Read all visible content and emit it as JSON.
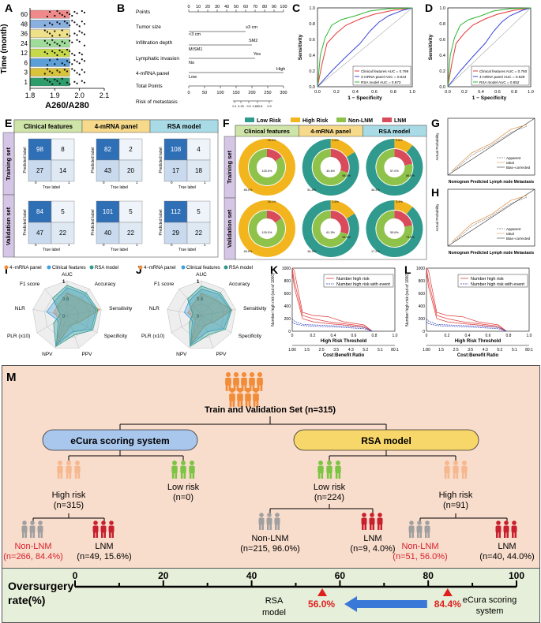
{
  "panel_labels": {
    "a": "A",
    "b": "B",
    "c": "C",
    "d": "D",
    "e": "E",
    "f": "F",
    "g": "G",
    "h": "H",
    "i": "I",
    "j": "J",
    "k": "K",
    "l": "L",
    "m": "M"
  },
  "chart_a": {
    "type": "bar",
    "ylabel": "Time (month)",
    "xlabel": "A260/A280",
    "categories": [
      "1",
      "3",
      "6",
      "12",
      "24",
      "36",
      "48",
      "60"
    ],
    "colors": [
      "#2e9c6b",
      "#d8c33b",
      "#5c9fd6",
      "#c7d84a",
      "#9fdc9a",
      "#efe08a",
      "#8ab0e0",
      "#f08a8a"
    ],
    "values": [
      1.96,
      1.96,
      1.96,
      1.96,
      1.96,
      1.96,
      1.96,
      1.96
    ],
    "xticks": [
      "1.8",
      "1.9",
      "2.0",
      "2.1"
    ],
    "xlim": [
      1.8,
      2.1
    ]
  },
  "nomogram": {
    "rows": [
      "Points",
      "Tumor size",
      "Infiltration depth",
      "Lymphatic invasion",
      "4-mRNA panel",
      "Total Points",
      "Risk of metastasis"
    ],
    "points_ticks": [
      "0",
      "10",
      "20",
      "30",
      "40",
      "50",
      "60",
      "70",
      "80",
      "90",
      "100"
    ],
    "total_ticks": [
      "0",
      "50",
      "100",
      "150",
      "200",
      "250",
      "300"
    ],
    "risk_ticks": [
      "0.1",
      "0.25",
      "0.5",
      "0.650.8",
      "0.9"
    ],
    "tumor_labels": [
      "<3 cm",
      "≥3 cm"
    ],
    "depth_labels": [
      "M/SM1",
      "SM2"
    ],
    "lymph_labels": [
      "No",
      "Yes"
    ],
    "mrna_labels": [
      "Low",
      "High"
    ]
  },
  "roc_c": {
    "xlabel": "1 − Specificity",
    "ylabel": "Sensitivity",
    "ticks": [
      "0.0",
      "0.2",
      "0.4",
      "0.6",
      "0.8",
      "1.0"
    ],
    "legend": [
      "Clinical features AUC = 0.799",
      "4-mRNA panel AUC = 0.644",
      "RSA model AUC = 0.873"
    ]
  },
  "roc_d": {
    "xlabel": "1 − Specificity",
    "ylabel": "Sensitivity",
    "ticks": [
      "0.0",
      "0.2",
      "0.4",
      "0.6",
      "0.8",
      "1.0"
    ],
    "legend": [
      "Clinical features AUC = 0.760",
      "4-mRNA panel AUC = 0.629",
      "RSA model AUC = 0.852"
    ]
  },
  "confusion": {
    "columns": [
      "Clinical features",
      "4-mRNA panel",
      "RSA model"
    ],
    "rows": [
      "Training set",
      "Validation set"
    ],
    "ylabel": "Predicted label",
    "xlabel": "True label",
    "axis_ticks": [
      "0",
      "1"
    ],
    "matrices": [
      [
        [
          "98",
          "8",
          "27",
          "14"
        ],
        [
          "82",
          "2",
          "43",
          "20"
        ],
        [
          "108",
          "4",
          "17",
          "18"
        ]
      ],
      [
        [
          "84",
          "5",
          "47",
          "22"
        ],
        [
          "101",
          "5",
          "40",
          "22"
        ],
        [
          "112",
          "5",
          "29",
          "22"
        ]
      ]
    ]
  },
  "donut": {
    "legend": [
      "Low Risk",
      "High Risk",
      "Non-LNM",
      "LNM"
    ],
    "columns": [
      "Clinical features",
      "4-mRNA panel",
      "RSA model"
    ],
    "rows": [
      "Training set",
      "Validation set"
    ],
    "labels": [
      [
        [
          "15.0%",
          "85.0%",
          "100.0%"
        ],
        [
          "1.6%",
          "52.8%",
          "45.6%",
          "98.4%"
        ],
        [
          "2.8%",
          "36.4%",
          "57.0%",
          "89.0%"
        ]
      ],
      [
        [
          "16.1%",
          "83.9%",
          "100.0%"
        ],
        [
          "1.6%",
          "36.9%",
          "61.5%",
          "98.4%"
        ],
        [
          "3.4%",
          "17.2%",
          "55.6%",
          "73.6%"
        ]
      ]
    ]
  },
  "calib_g": {
    "xlabel": "Nomogram Predicted Lymph node Metastasis",
    "ylabel": "Actual Probability",
    "legend": [
      "Apparent",
      "Ideal",
      "Bias−corrected"
    ]
  },
  "calib_h": {
    "xlabel": "Nomogram Predicted Lymph node Metastasis",
    "ylabel": "Actual Probability",
    "legend": [
      "Apparent",
      "Ideal",
      "Bias−corrected"
    ]
  },
  "radar_i": {
    "legend": [
      "4−mRNA panel",
      "Clinical features",
      "RSA model"
    ],
    "axes": [
      "AUC",
      "Accuracy",
      "Sensitivity",
      "Specificity",
      "PPV",
      "NPV",
      "PLR (x10)",
      "NLR",
      "F1 score"
    ],
    "ring_labels": [
      "1",
      "0.5",
      "0"
    ]
  },
  "radar_j": {
    "legend": [
      "4−mRNA panel",
      "Clinical features",
      "RSA model"
    ],
    "axes": [
      "AUC",
      "Accuracy",
      "Sensitivity",
      "Specificity",
      "PPV",
      "NPV",
      "PLR (x10)",
      "NLR",
      "F1 score"
    ],
    "ring_labels": [
      "1",
      "0.5",
      "0"
    ]
  },
  "dca_k": {
    "ylabel": "Number high risk (out of 1000)",
    "xlabel": "High Risk Threshold",
    "xlabel2": "Cost:Benefit Ratio",
    "yticks": [
      "0",
      "200",
      "400",
      "600",
      "800",
      "1000"
    ],
    "xticks": [
      "0",
      "0.2",
      "0.4",
      "0.6",
      "0.8",
      "1.0"
    ],
    "ratio_ticks": [
      "1:80",
      "1:5",
      "2:5",
      "3:5",
      "4:3",
      "5:2",
      "5:1",
      "80:1"
    ],
    "legend": [
      "Number high risk",
      "Number high risk with event"
    ]
  },
  "dca_l": {
    "ylabel": "Number high risk (out of 1000)",
    "xlabel": "High Risk Threshold",
    "xlabel2": "Cost:Benefit Ratio",
    "yticks": [
      "0",
      "200",
      "400",
      "600",
      "800",
      "1000"
    ],
    "xticks": [
      "0",
      "0.2",
      "0.4",
      "0.6",
      "0.8",
      "1.0"
    ],
    "ratio_ticks": [
      "1:80",
      "1:5",
      "2:5",
      "3:5",
      "4:3",
      "5:2",
      "5:1",
      "80:1"
    ],
    "legend": [
      "Number high risk",
      "Number high risk with event"
    ]
  },
  "flow": {
    "title": "Train and Validation Set (n=315)",
    "ecura": "eCura scoring system",
    "rsa": "RSA model",
    "ecura_high": "High risk",
    "ecura_high_n": "(n=315)",
    "ecura_low": "Low risk",
    "ecura_low_n": "(n=0)",
    "rsa_low": "Low risk",
    "rsa_low_n": "(n=224)",
    "rsa_high": "High risk",
    "rsa_high_n": "(n=91)",
    "leaf1": "Non-LNM",
    "leaf1_n": "(n=266, 84.4%)",
    "leaf2": "LNM",
    "leaf2_n": "(n=49, 15.6%)",
    "leaf3": "Non-LNM",
    "leaf3_n": "(n=215, 96.0%)",
    "leaf4": "LNM",
    "leaf4_n": "(n=9, 4.0%)",
    "leaf5": "Non-LNM",
    "leaf5_n": "(n=51, 56.0%)",
    "leaf6": "LNM",
    "leaf6_n": "(n=40, 44.0%)"
  },
  "oversurgery": {
    "label1": "Oversurgery",
    "label2": "rate(%)",
    "ticks": [
      "0",
      "20",
      "40",
      "60",
      "80",
      "100"
    ],
    "rsa_label1": "RSA",
    "rsa_label2": "model",
    "rsa_value": "56.0%",
    "ecura_value": "84.4%",
    "ecura_label1": "eCura scoring",
    "ecura_label2": "system"
  },
  "colors": {
    "orange": "#f28c38",
    "green": "#7cc443",
    "grey": "#a0a0a0",
    "red": "#c8202f",
    "blue": "#2f7fd2",
    "teal": "#2f9a8d",
    "yellow": "#f2b51e"
  }
}
